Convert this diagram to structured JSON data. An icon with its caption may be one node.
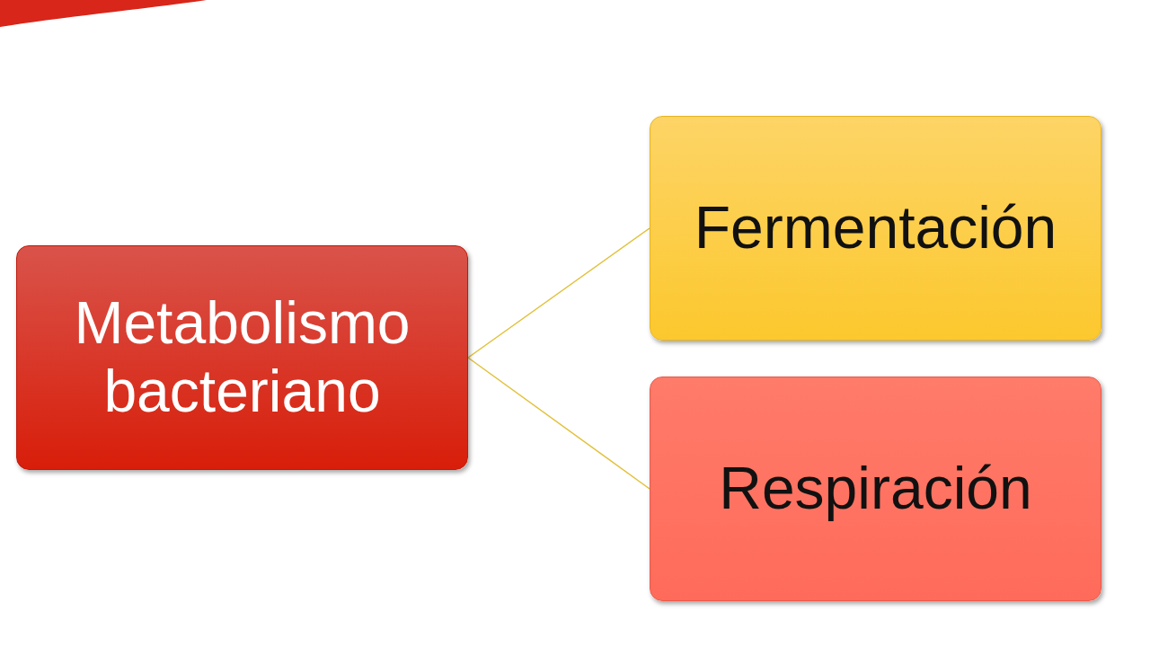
{
  "diagram": {
    "nodes": [
      {
        "text": [
          "Metabolismo bacteriano"
        ]
      },
      {
        "text": [
          "Fermentación"
        ]
      },
      {
        "text": [
          "Respiración"
        ]
      }
    ],
    "edges": [
      {
        "from": 0,
        "to": 1,
        "arrow": "none"
      },
      {
        "from": 0,
        "to": 2,
        "arrow": "none"
      }
    ]
  }
}
